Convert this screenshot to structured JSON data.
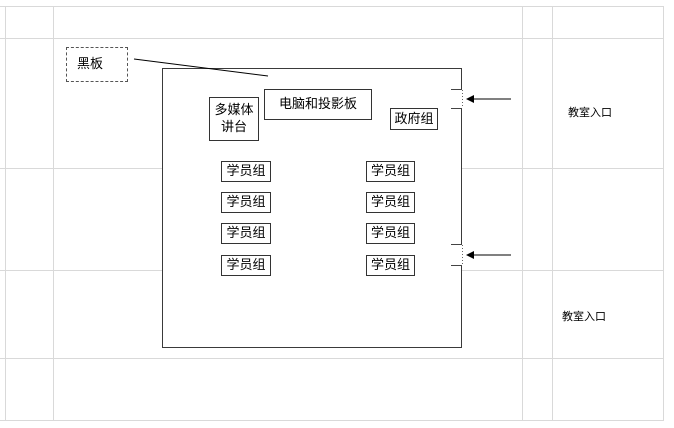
{
  "blackboard": "黑板",
  "podium": "多媒体\n讲台",
  "computer_projector": "电脑和投影板",
  "government_group": "政府组",
  "student_groups": {
    "left": [
      "学员组",
      "学员组",
      "学员组",
      "学员组"
    ],
    "right": [
      "学员组",
      "学员组",
      "学员组",
      "学员组"
    ]
  },
  "entrances": [
    "教室入口",
    "教室入口"
  ],
  "colors": {
    "grid_line": "#d9d9d9",
    "border": "#333333"
  }
}
